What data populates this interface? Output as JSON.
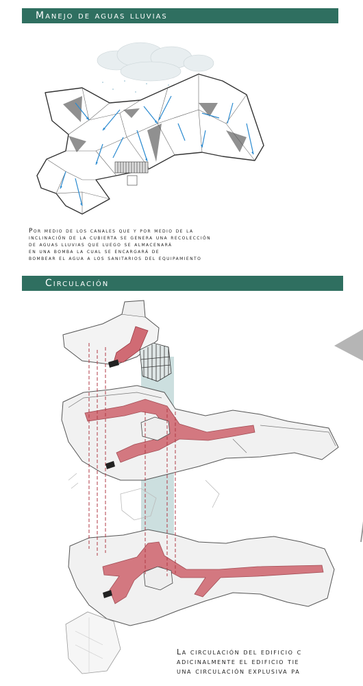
{
  "section1": {
    "title": "Manejo de aguas lluvias",
    "description": [
      "Por medio de los canales que y por medio de la",
      "inclinación de la  cubierta se genera una recolección",
      "de aguas lluvias que luego se almacenará",
      "en una bomba la cual se encargará de",
      "bombear el agua a los sanitarios del equipamiento"
    ]
  },
  "section2": {
    "title": "Circulación",
    "description": [
      "La circulación del edificio c",
      "adicinalmente el edificio tie",
      "una circulación explusiva pa"
    ]
  },
  "colors": {
    "banner": "#2f6f60",
    "water_arrows": "#2a8ad0",
    "circulation": "#c8505a",
    "vertical_core": "#8fb8b8"
  }
}
